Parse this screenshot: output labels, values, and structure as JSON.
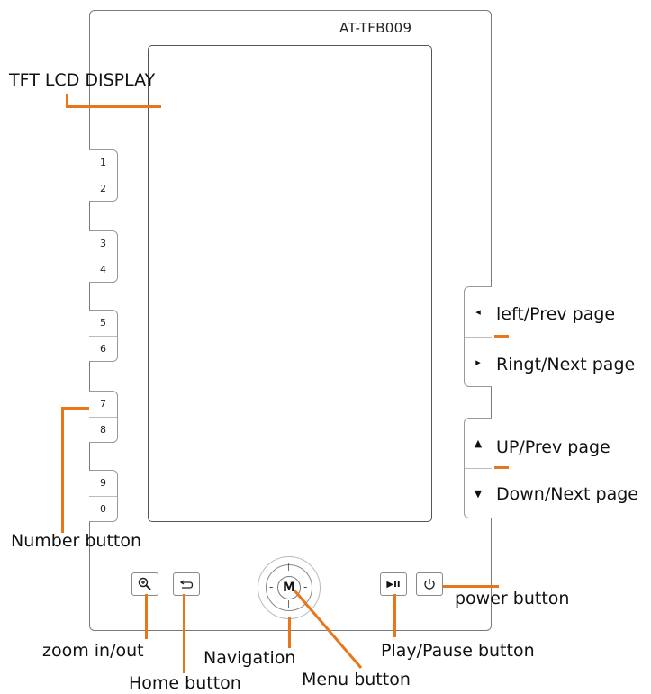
{
  "device": {
    "model": "AT-TFB009"
  },
  "number_buttons": [
    {
      "top": "1",
      "bottom": "2"
    },
    {
      "top": "3",
      "bottom": "4"
    },
    {
      "top": "5",
      "bottom": "6"
    },
    {
      "top": "7",
      "bottom": "8"
    },
    {
      "top": "9",
      "bottom": "0"
    }
  ],
  "labels": {
    "display": "TFT LCD DISPLAY",
    "left_prev": "left/Prev page",
    "right_next": "Ringt/Next page",
    "up_prev": "UP/Prev page",
    "down_next": "Down/Next page",
    "number_button": "Number button",
    "power_button": "power button",
    "zoom": "zoom in/out",
    "navigation": "Navigation",
    "play_pause": "Play/Pause button",
    "home_button": "Home button",
    "menu_button": "Menu button"
  },
  "controls": {
    "menu_glyph": "M",
    "left_arrow": "◂",
    "right_arrow": "▸",
    "up_arrow": "▲",
    "down_arrow": "▼",
    "play_pause_glyph": "▶II",
    "nav_marks": {
      "left": "-",
      "right": "-",
      "up": "|",
      "down": "|"
    }
  },
  "icons": [
    "zoom-icon",
    "return-icon",
    "play-pause-icon",
    "power-icon"
  ],
  "colors": {
    "callout": "#e8761a",
    "outline": "#7a7a7a"
  }
}
